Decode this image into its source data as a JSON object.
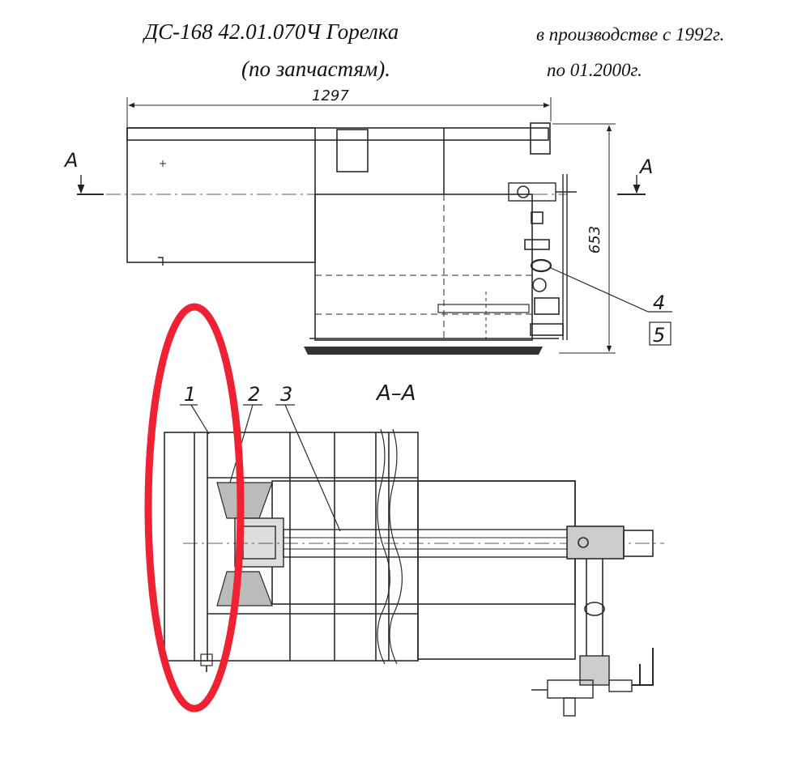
{
  "header": {
    "title_line1": "ДС-168 42.01.070Ч Горелка",
    "title_line2": "(по запчастям).",
    "date_line1": "в производстве с 1992г.",
    "date_line2": "по 01.2000г."
  },
  "dimensions": {
    "length": "1297",
    "height": "653"
  },
  "section_marks": {
    "left": "A",
    "right": "A",
    "section_title": "A–A"
  },
  "callouts": [
    "1",
    "2",
    "3",
    "4",
    "5"
  ],
  "highlight": {
    "shape": "ellipse",
    "color": "#ee2233"
  }
}
